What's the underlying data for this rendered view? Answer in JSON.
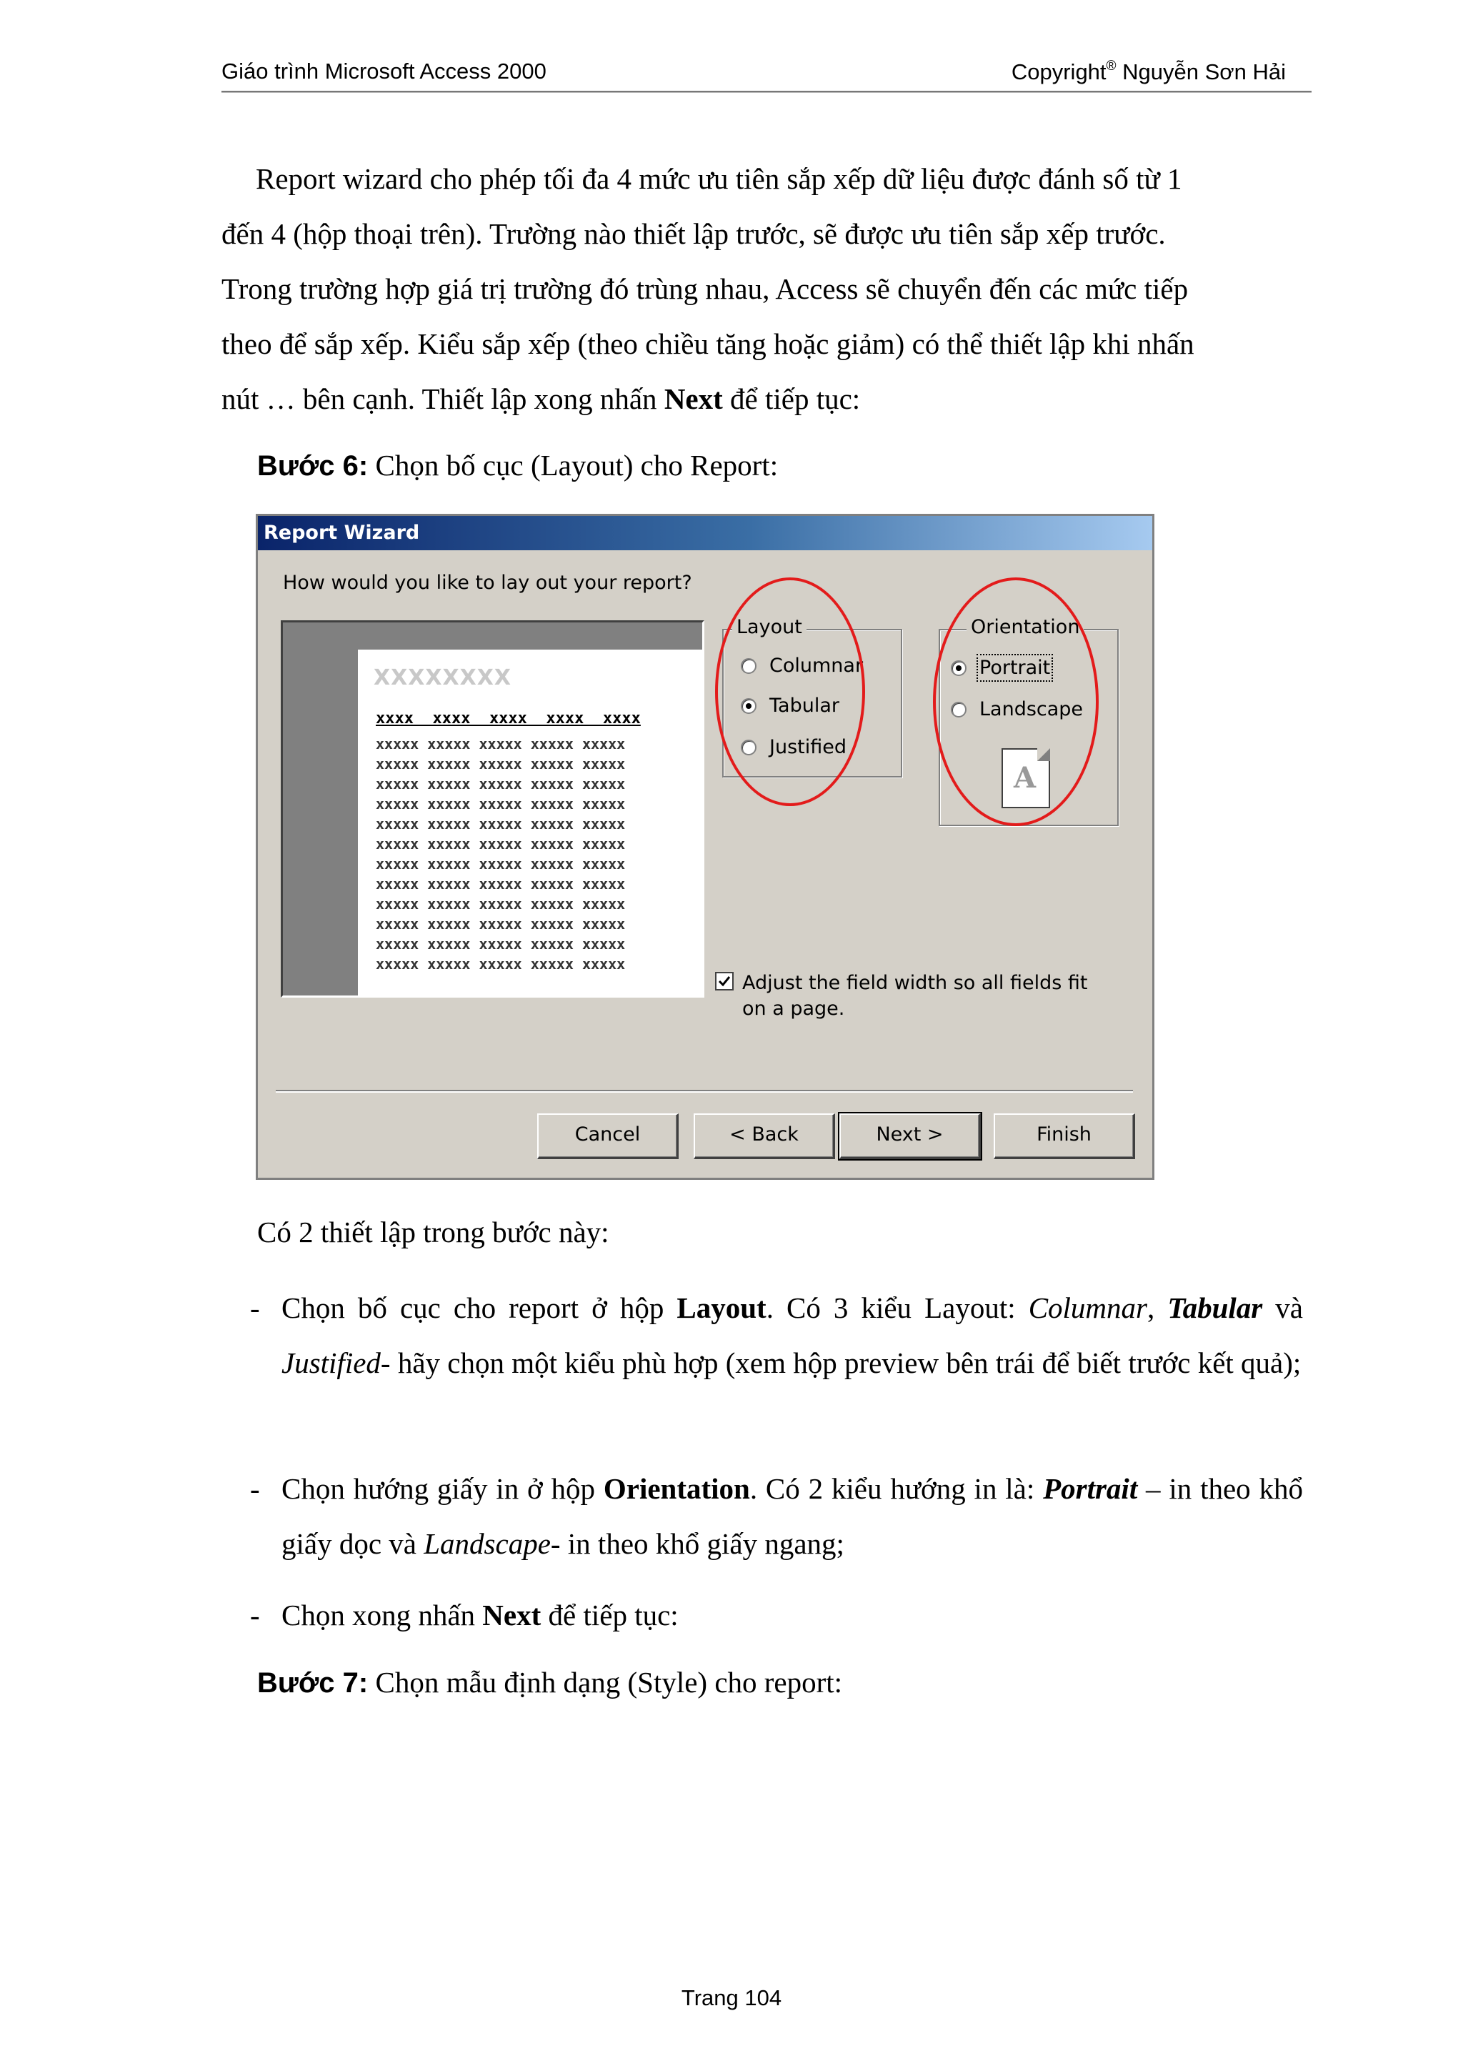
{
  "header": {
    "left": "Giáo trình Microsoft Access 2000",
    "right_prefix": "Copyright",
    "right_mark": "®",
    "right_suffix": " Nguyễn Sơn Hải"
  },
  "intro_paragraph": {
    "line1": "Report wizard cho phép tối đa 4 mức ưu tiên sắp xếp dữ liệu được đánh số từ 1",
    "line2": "đến 4 (hộp thoại trên). Trường nào thiết lập trước, sẽ được ưu tiên sắp xếp trước.",
    "line3": "Trong trường hợp giá trị trường đó trùng nhau, Access sẽ chuyển đến các mức tiếp",
    "line4": "theo để sắp xếp. Kiểu sắp xếp (theo chiều tăng hoặc giảm) có thể thiết lập khi nhấn",
    "line5_a": "nút … bên cạnh. Thiết lập xong nhấn ",
    "line5_bold": "Next",
    "line5_b": " để tiếp tục:"
  },
  "step6": {
    "label": "Bước 6:",
    "text": " Chọn bố cục (Layout) cho Report:"
  },
  "dialog": {
    "title": "Report Wizard",
    "question": "How would you like to lay out your report?",
    "preview": {
      "title": "XXXXXXXX",
      "header_row": "xxxx  xxxx  xxxx  xxxx  xxxx",
      "rows": [
        "xxxxx xxxxx xxxxx xxxxx xxxxx",
        "xxxxx xxxxx xxxxx xxxxx xxxxx",
        "xxxxx xxxxx xxxxx xxxxx xxxxx",
        "xxxxx xxxxx xxxxx xxxxx xxxxx",
        "xxxxx xxxxx xxxxx xxxxx xxxxx",
        "xxxxx xxxxx xxxxx xxxxx xxxxx",
        "xxxxx xxxxx xxxxx xxxxx xxxxx",
        "xxxxx xxxxx xxxxx xxxxx xxxxx",
        "xxxxx xxxxx xxxxx xxxxx xxxxx",
        "xxxxx xxxxx xxxxx xxxxx xxxxx",
        "xxxxx xxxxx xxxxx xxxxx xxxxx",
        "xxxxx xxxxx xxxxx xxxxx xxxxx"
      ]
    },
    "layout_group": {
      "legend": "Layout",
      "options": [
        "Columnar",
        "Tabular",
        "Justified"
      ],
      "selected": "Tabular"
    },
    "orientation_group": {
      "legend": "Orientation",
      "options": [
        "Portrait",
        "Landscape"
      ],
      "selected": "Portrait",
      "page_glyph": "A"
    },
    "adjust_checkbox": {
      "checked": true,
      "label": "Adjust the field width so all fields fit on a page."
    },
    "buttons": {
      "cancel": "Cancel",
      "back": "< Back",
      "next": "Next >",
      "finish": "Finish"
    },
    "annotation_color": "#e31b1b"
  },
  "settings_intro": "Có 2 thiết lập trong bước này:",
  "bullets": {
    "b1": {
      "a": "Chọn bố cục cho report ở hộp ",
      "bold1": "Layout",
      "b": ". Có 3 kiểu Layout: ",
      "it1": "Columnar",
      "c": ", ",
      "bi1": "Tabular",
      "d": " và ",
      "it2": "Justified",
      "e": "- hãy chọn một kiểu phù hợp (xem hộp preview bên trái để biết trước kết quả);"
    },
    "b2": {
      "a": "Chọn hướng giấy in ở hộp ",
      "bold1": "Orientation",
      "b": ". Có 2 kiểu hướng in là: ",
      "bi1": "Portrait",
      "c": " – in theo khổ giấy dọc và ",
      "it1": "Landscape",
      "d": "- in theo khổ giấy ngang;"
    },
    "b3": {
      "a": "Chọn xong nhấn ",
      "bold1": "Next",
      "b": " để tiếp tục:"
    },
    "dash": "-"
  },
  "step7": {
    "label": "Bước 7:",
    "text": " Chọn mẫu định dạng (Style) cho report:"
  },
  "footer": "Trang 104"
}
